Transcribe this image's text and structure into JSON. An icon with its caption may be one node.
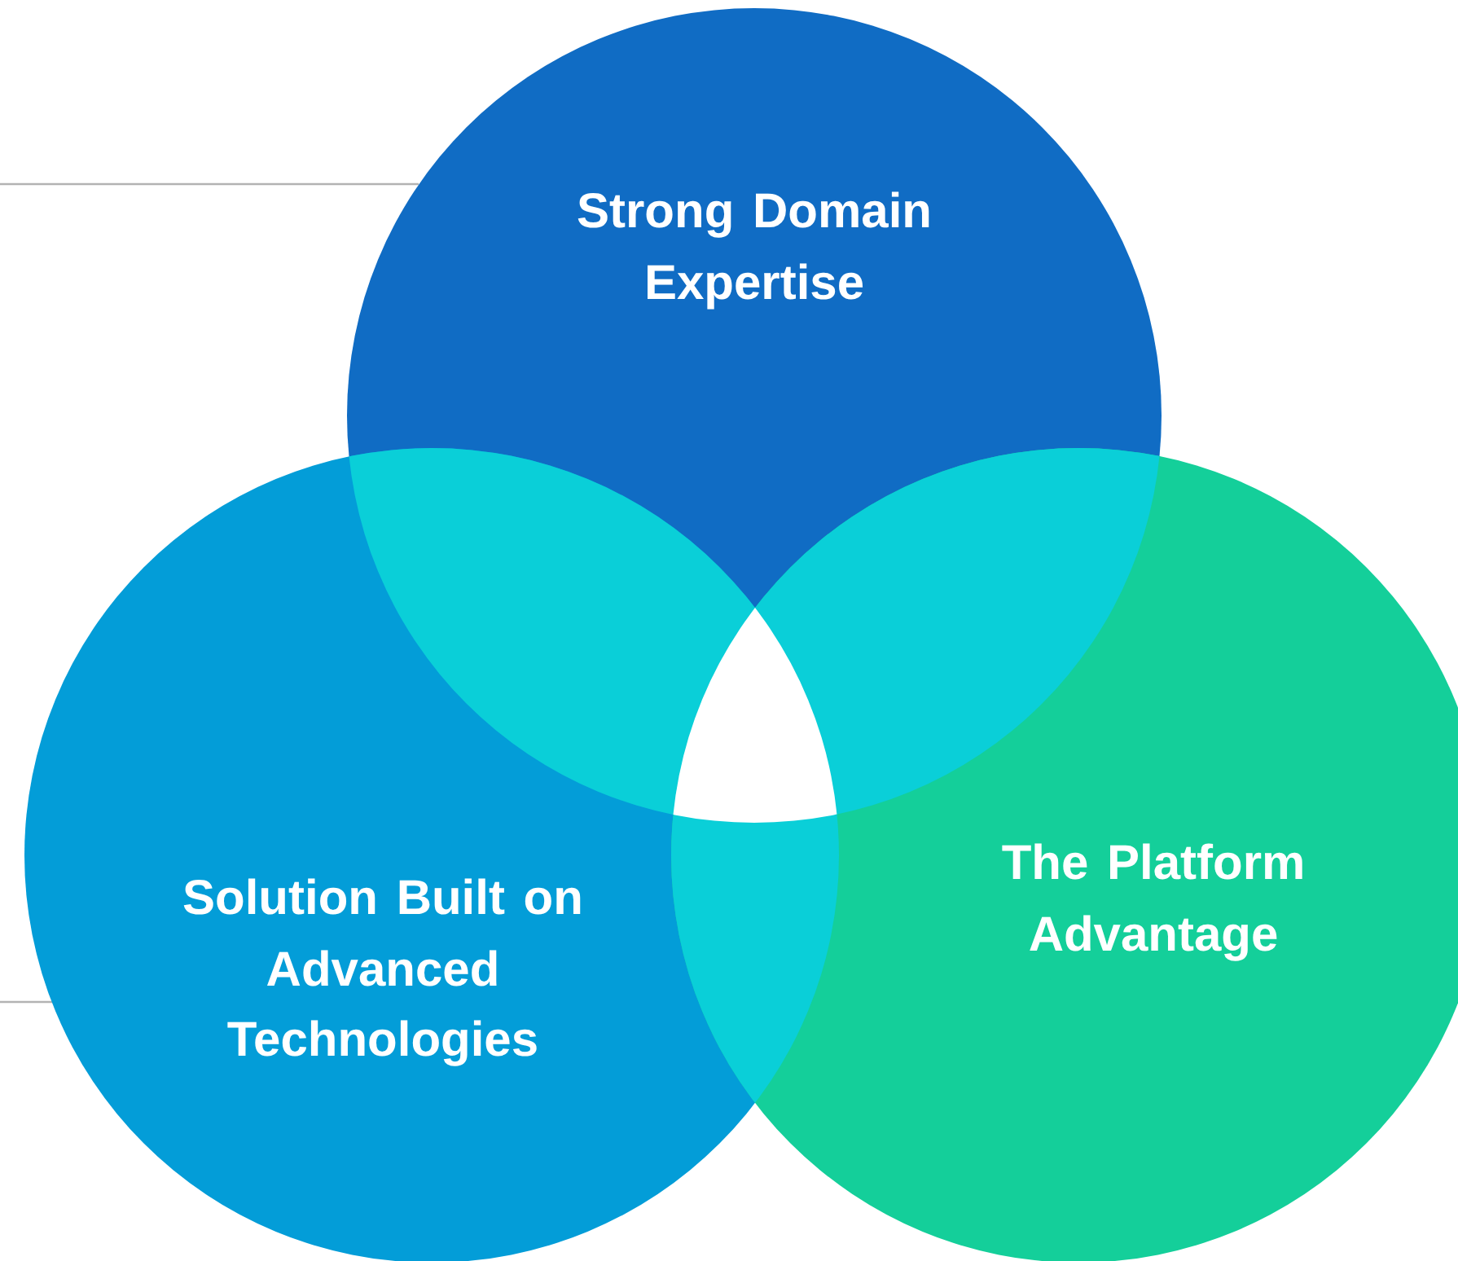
{
  "diagram": {
    "nodes": [
      {
        "text": [
          "Strong Domain Expertise"
        ]
      },
      {
        "text": [
          "Solution Built on Advanced Technologies"
        ]
      },
      {
        "text": [
          "The Platform Advantage"
        ]
      }
    ]
  }
}
